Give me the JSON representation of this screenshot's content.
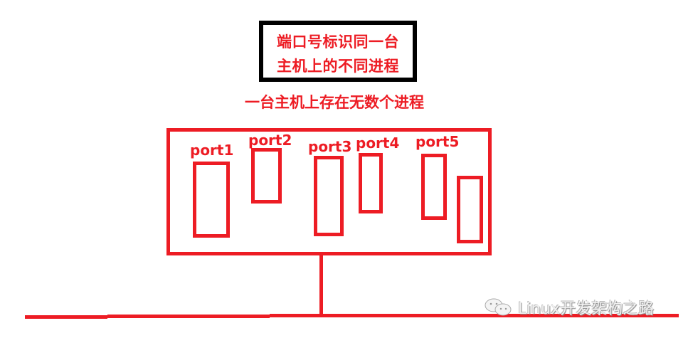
{
  "diagram": {
    "title_lines": [
      "端口号标识同一台",
      "主机上的不同进程"
    ],
    "subtitle": "一台主机上存在无数个进程",
    "ports": [
      {
        "label": "port1"
      },
      {
        "label": "port2"
      },
      {
        "label": "port3"
      },
      {
        "label": "port4"
      },
      {
        "label": "port5"
      }
    ],
    "colors": {
      "accent": "#ed1c24",
      "title_border": "#000000",
      "background": "#ffffff"
    }
  },
  "watermark": {
    "icon": "wechat-icon",
    "text": "Linux开发架构之路"
  }
}
